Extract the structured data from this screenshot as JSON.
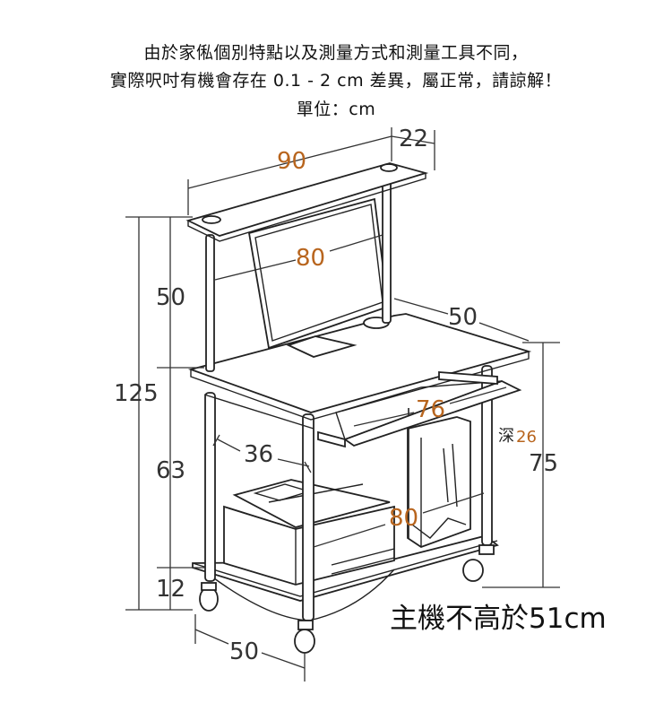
{
  "notice": {
    "line1": "由於家俬個別特點以及測量方式和測量工具不同，",
    "line2": "實際呎吋有機會存在 0.1 - 2 cm 差異，屬正常，請諒解！",
    "line3": "單位：cm"
  },
  "dimensions": {
    "top_shelf_width": "90",
    "top_shelf_depth": "22",
    "monitor_width": "80",
    "desk_depth": "50",
    "upper_height": "50",
    "total_height": "125",
    "lower_height": "63",
    "bottom_clearance": "12",
    "keyboard_tray_width": "76",
    "keyboard_tray_depth_label": "深",
    "keyboard_tray_depth": "26",
    "desk_height": "75",
    "printer_space": "36",
    "bottom_shelf_width": "80",
    "base_depth": "50"
  },
  "note": "主機不高於51cm",
  "colors": {
    "accent": "#b8651e",
    "line": "#333333"
  }
}
